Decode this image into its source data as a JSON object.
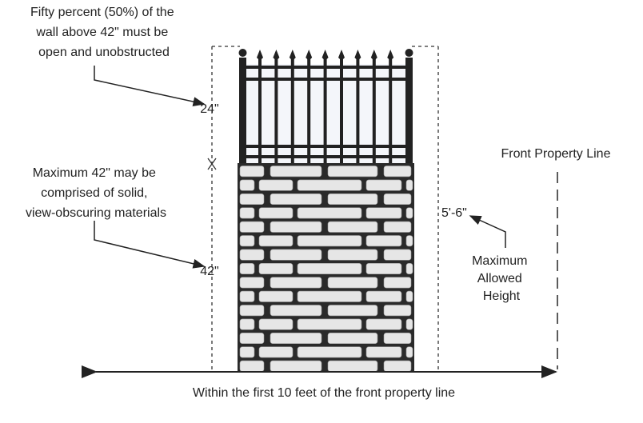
{
  "annotations": {
    "open_note": [
      "Fifty percent (50%) of the",
      "wall above 42\" must be",
      "open and unobstructed"
    ],
    "solid_note": [
      "Maximum 42\" may be",
      "comprised of solid,",
      "view-obscuring materials"
    ],
    "dim_top": "24\"",
    "dim_bottom": "42\"",
    "dim_total": "5'-6\"",
    "max_height": [
      "Maximum",
      "Allowed",
      "Height"
    ],
    "property_line": "Front Property Line",
    "bottom_label": "Within the first 10 feet of the front property line"
  },
  "colors": {
    "iron": "#222222",
    "brick": "#e6e6e6",
    "mortar": "#2a2a2a",
    "fence_bg": "#f4f6fa"
  }
}
